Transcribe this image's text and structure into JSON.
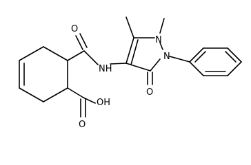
{
  "molecule": {
    "atom_labels": {
      "nh": "NH",
      "o_amide": "O",
      "n_1": "N",
      "n_2": "N",
      "o_ketone": "O",
      "oh": "OH",
      "o_acid": "O"
    }
  }
}
